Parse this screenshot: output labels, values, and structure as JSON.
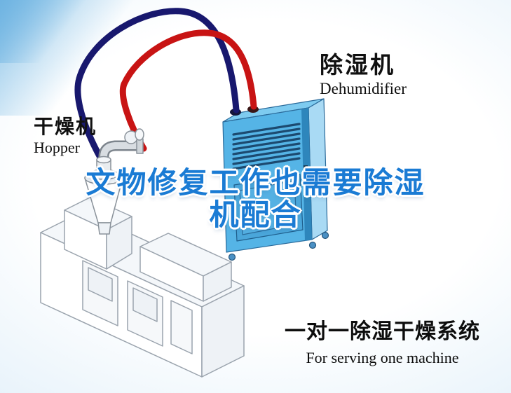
{
  "colors": {
    "title_blue": "#1a7bd4",
    "pipe_red": "#c81414",
    "pipe_navy": "#18186e",
    "cabinet_front": "#55b4e6",
    "cabinet_side": "#a9daf4",
    "cabinet_top": "#7ecbf0",
    "cabinet_trim": "#2e86bc",
    "vent_dark": "#1c4a70",
    "line_gray": "#9aa3ad"
  },
  "diagram": {
    "dehumidifier_label": {
      "zh": "除湿机",
      "en": "Dehumidifier"
    },
    "hopper_label": {
      "zh": "干燥机",
      "en": "Hopper"
    },
    "overlay_title": {
      "line1": "文物修复工作也需要除湿",
      "line2": "机配合"
    },
    "caption": {
      "zh": "一对一除湿干燥系统",
      "en": "For serving one machine"
    }
  }
}
